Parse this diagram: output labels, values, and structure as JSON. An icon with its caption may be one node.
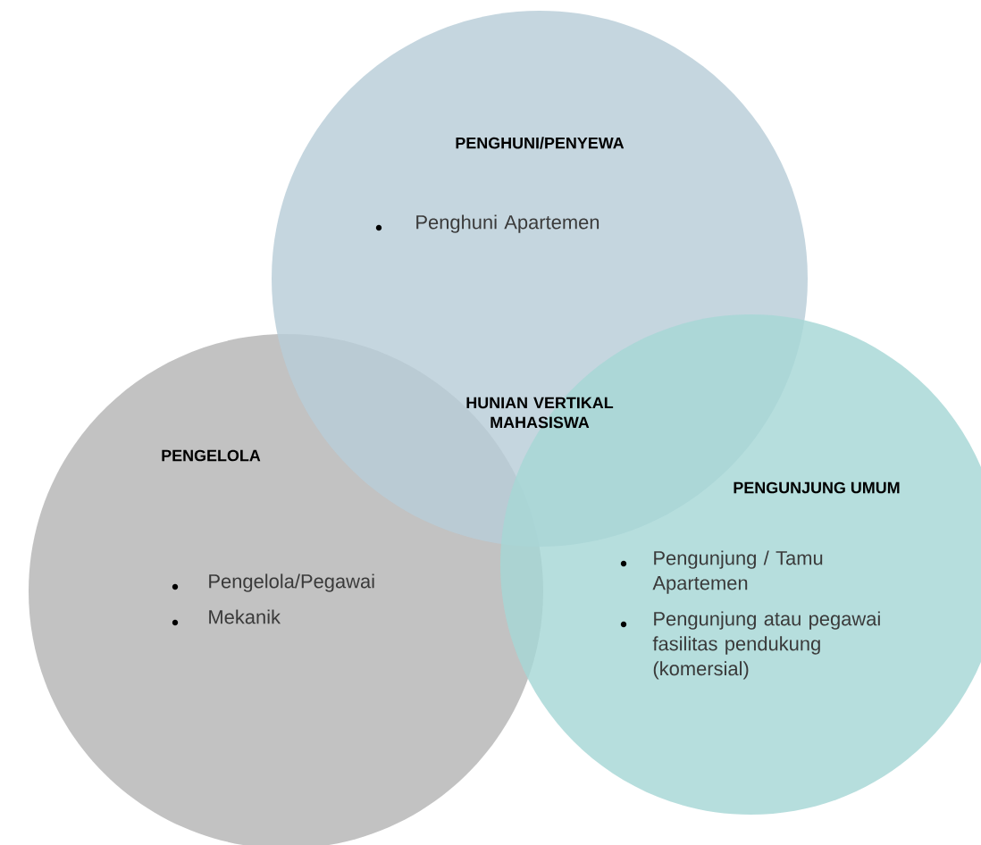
{
  "diagram": {
    "nodes": [
      {
        "text": [
          "PENGHUNI/PENYEWA",
          "Penghuni Apartemen"
        ]
      },
      {
        "text": [
          "PENGELOLA",
          "Pengelola/Pegawai",
          "Mekanik"
        ]
      },
      {
        "text": [
          "PENGUNJUNG UMUM",
          "Pengunjung / Tamu Apartemen",
          "Pengunjung atau pegawai fasilitas pendukung (komersial)"
        ]
      }
    ],
    "labels": [
      "HUNIAN VERTIKAL MAHASISWA"
    ]
  }
}
